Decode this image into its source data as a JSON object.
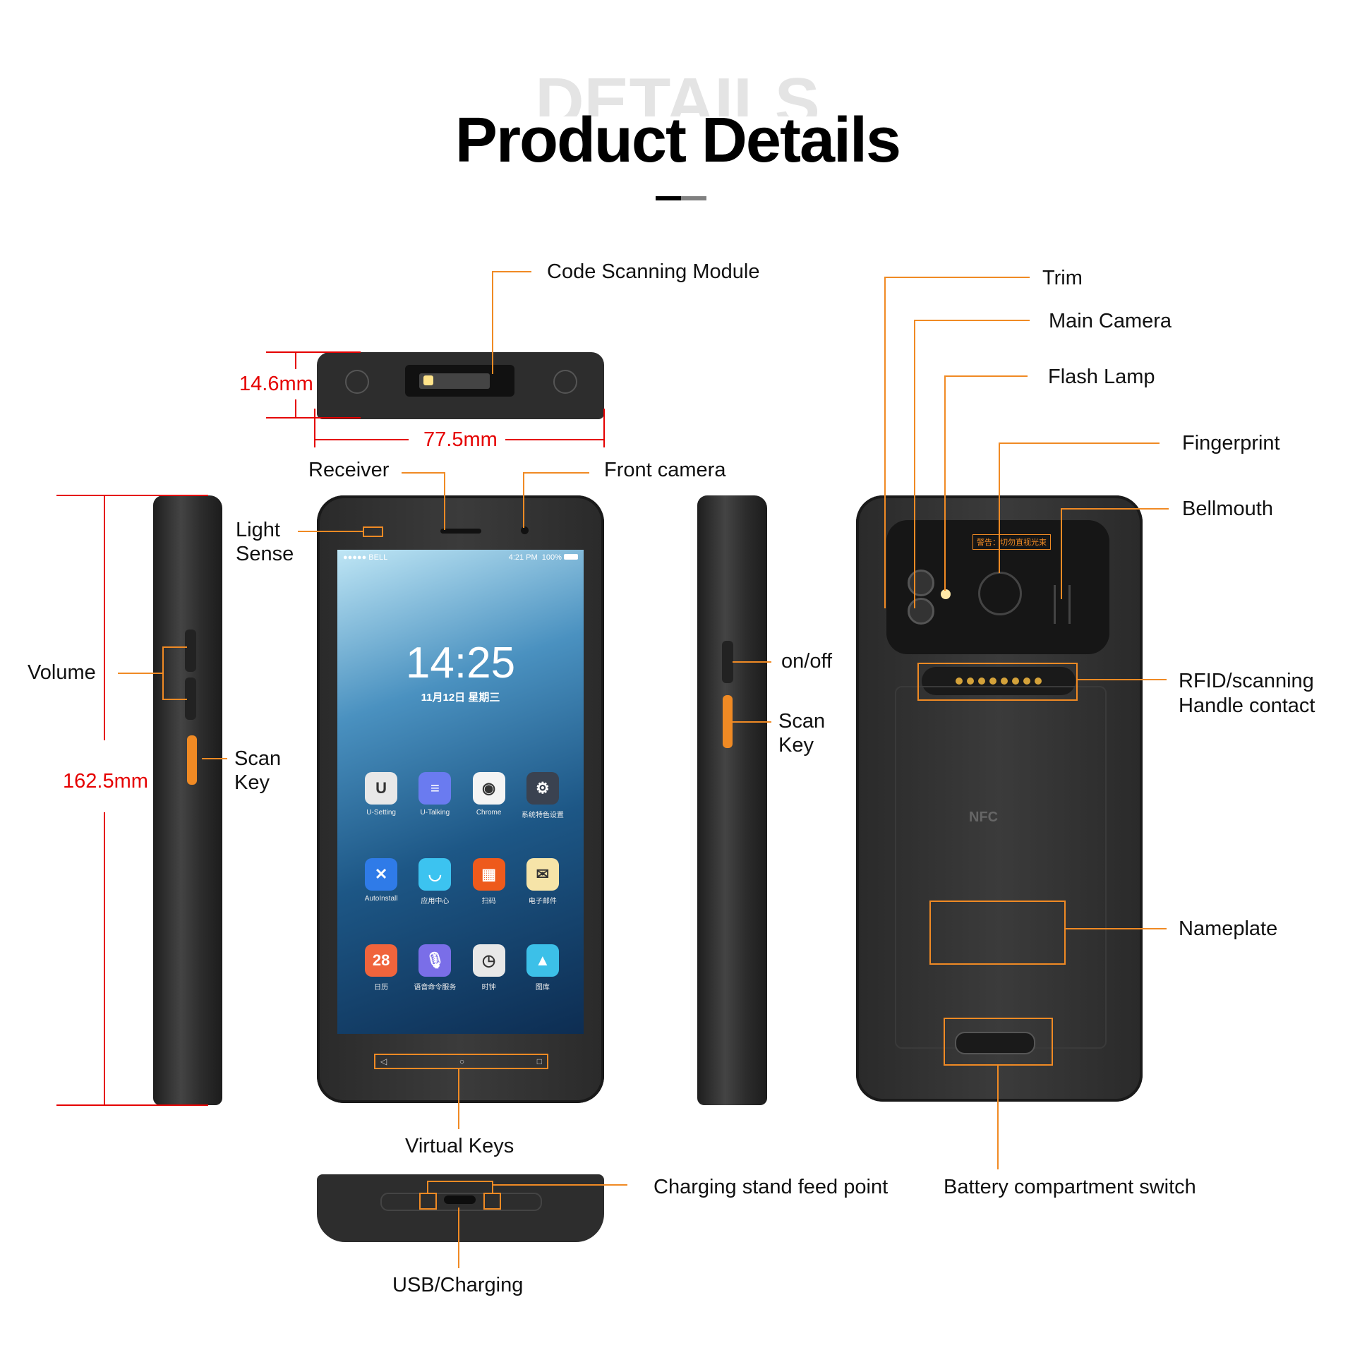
{
  "header": {
    "ghost_text": "DETAILS",
    "title": "Product Details"
  },
  "labels": {
    "code_scanning_module": "Code Scanning Module",
    "trim": "Trim",
    "main_camera": "Main Camera",
    "flash_lamp": "Flash Lamp",
    "fingerprint": "Fingerprint",
    "bellmouth": "Bellmouth",
    "rfid_line1": "RFID/scanning",
    "rfid_line2": "Handle contact",
    "nameplate": "Nameplate",
    "battery_switch": "Battery compartment switch",
    "charging_stand": "Charging stand feed point",
    "usb_charging": "USB/Charging",
    "virtual_keys": "Virtual Keys",
    "receiver": "Receiver",
    "front_camera": "Front camera",
    "light_sense_1": "Light",
    "light_sense_2": "Sense",
    "volume": "Volume",
    "scan_key_left_1": "Scan",
    "scan_key_left_2": "Key",
    "on_off": "on/off",
    "scan_key_mid_1": "Scan",
    "scan_key_mid_2": "Key"
  },
  "dimensions": {
    "height": "162.5mm",
    "thickness": "14.6mm",
    "width": "77.5mm"
  },
  "screen": {
    "carrier": "●●●●● BELL",
    "time": "4:21 PM",
    "battery": "100%",
    "clock": "14:25",
    "date": "11月12日  星期三",
    "apps": [
      {
        "name": "U-Setting",
        "glyph": "U",
        "color": "#e8e8e8"
      },
      {
        "name": "U-Talking",
        "glyph": "≡",
        "color": "#6a7bf0"
      },
      {
        "name": "Chrome",
        "glyph": "◉",
        "color": "#f4f4f4"
      },
      {
        "name": "系统特色设置",
        "glyph": "⚙",
        "color": "#3a4250"
      },
      {
        "name": "AutoInstall",
        "glyph": "✕",
        "color": "#2f7be8"
      },
      {
        "name": "应用中心",
        "glyph": "◡",
        "color": "#3cc3f0"
      },
      {
        "name": "扫码",
        "glyph": "▦",
        "color": "#ee5a1c"
      },
      {
        "name": "电子邮件",
        "glyph": "✉",
        "color": "#f6e4a8"
      },
      {
        "name": "日历",
        "glyph": "28",
        "color": "#f0643c"
      },
      {
        "name": "语音命令服务",
        "glyph": "🎙",
        "color": "#7a6ee8"
      },
      {
        "name": "时钟",
        "glyph": "◷",
        "color": "#e8e8e8"
      },
      {
        "name": "图库",
        "glyph": "▲",
        "color": "#3cc0e8"
      }
    ]
  },
  "back": {
    "warning": "警告：切勿直视光束",
    "nfc": "NFC"
  },
  "colors": {
    "accent": "#f08a24",
    "dimension": "#e50000"
  }
}
